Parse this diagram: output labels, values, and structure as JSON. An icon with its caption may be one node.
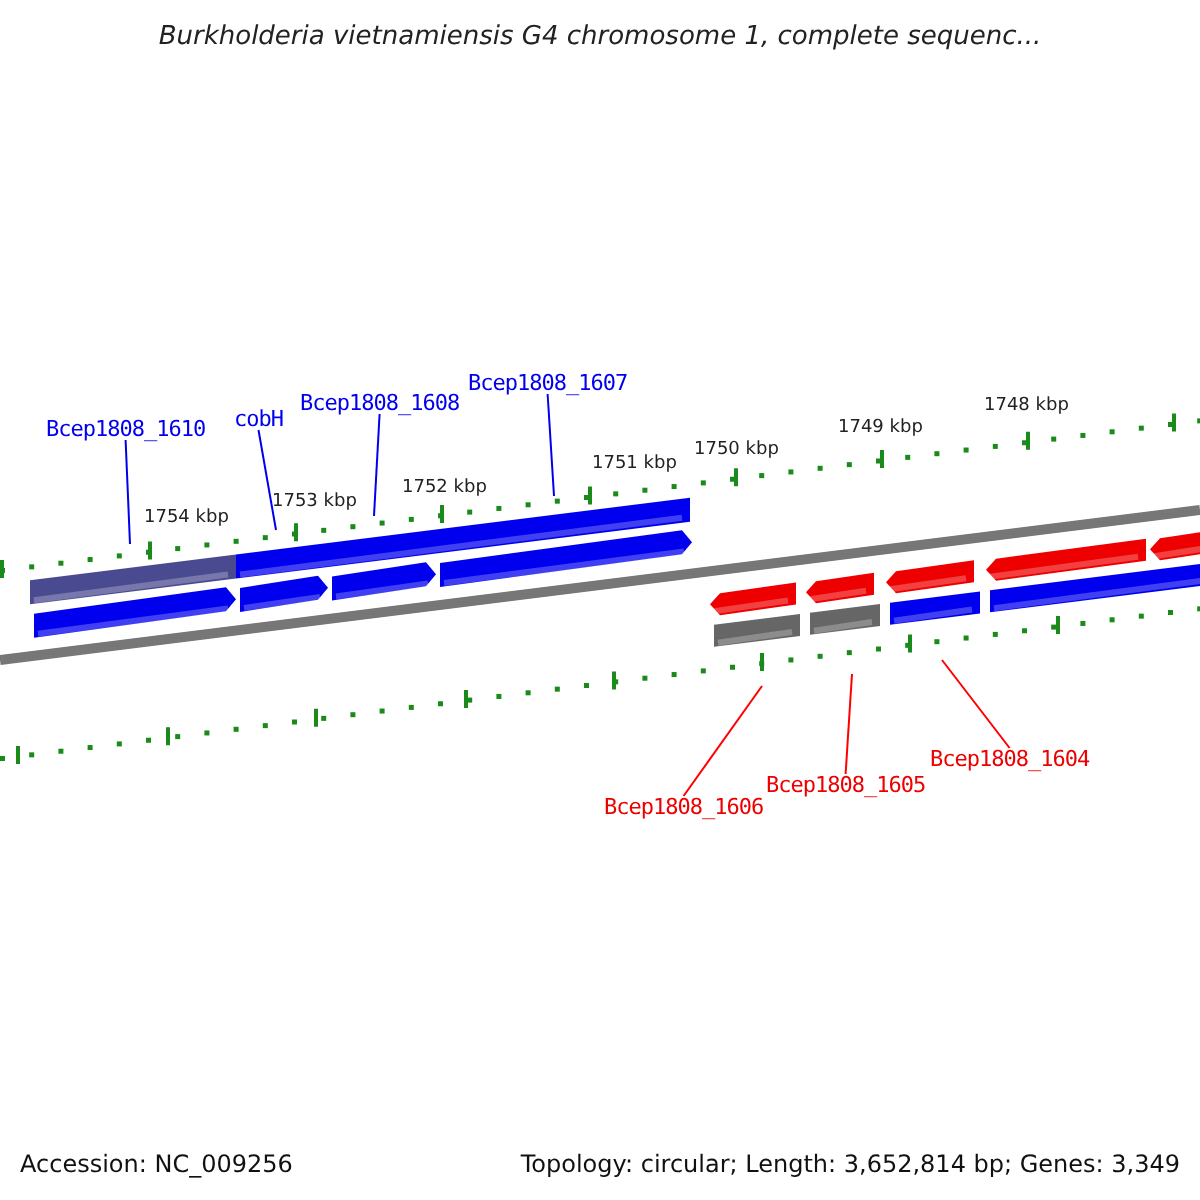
{
  "diagram": {
    "title": "Burkholderia vietnamiensis G4 chromosome 1, complete sequenc...",
    "nodes": [
      {
        "text": [
          "Bcep1808_1610"
        ]
      },
      {
        "text": [
          "cobH"
        ]
      },
      {
        "text": [
          "Bcep1808_1608"
        ]
      },
      {
        "text": [
          "Bcep1808_1607"
        ]
      },
      {
        "text": [
          "Bcep1808_1606"
        ]
      },
      {
        "text": [
          "Bcep1808_1605"
        ]
      },
      {
        "text": [
          "Bcep1808_1604"
        ]
      }
    ],
    "edges": [
      {
        "from": 0,
        "to": null,
        "arrow": "none"
      },
      {
        "from": 1,
        "to": null,
        "arrow": "none"
      },
      {
        "from": 2,
        "to": null,
        "arrow": "none"
      },
      {
        "from": 3,
        "to": null,
        "arrow": "none"
      },
      {
        "from": 4,
        "to": null,
        "arrow": "none",
        "color": "#ff0000"
      },
      {
        "from": 5,
        "to": null,
        "arrow": "none",
        "color": "#ff0000"
      },
      {
        "from": 6,
        "to": null,
        "arrow": "none",
        "color": "#ff0000"
      }
    ],
    "labels": [
      "1748 kbp",
      "1749 kbp",
      "1750 kbp",
      "1751 kbp",
      "1752 kbp",
      "1753 kbp",
      "1754 kbp",
      "Accession: NC_009256",
      "Topology: circular; Length: 3,652,814 bp; Genes: 3,349"
    ]
  }
}
